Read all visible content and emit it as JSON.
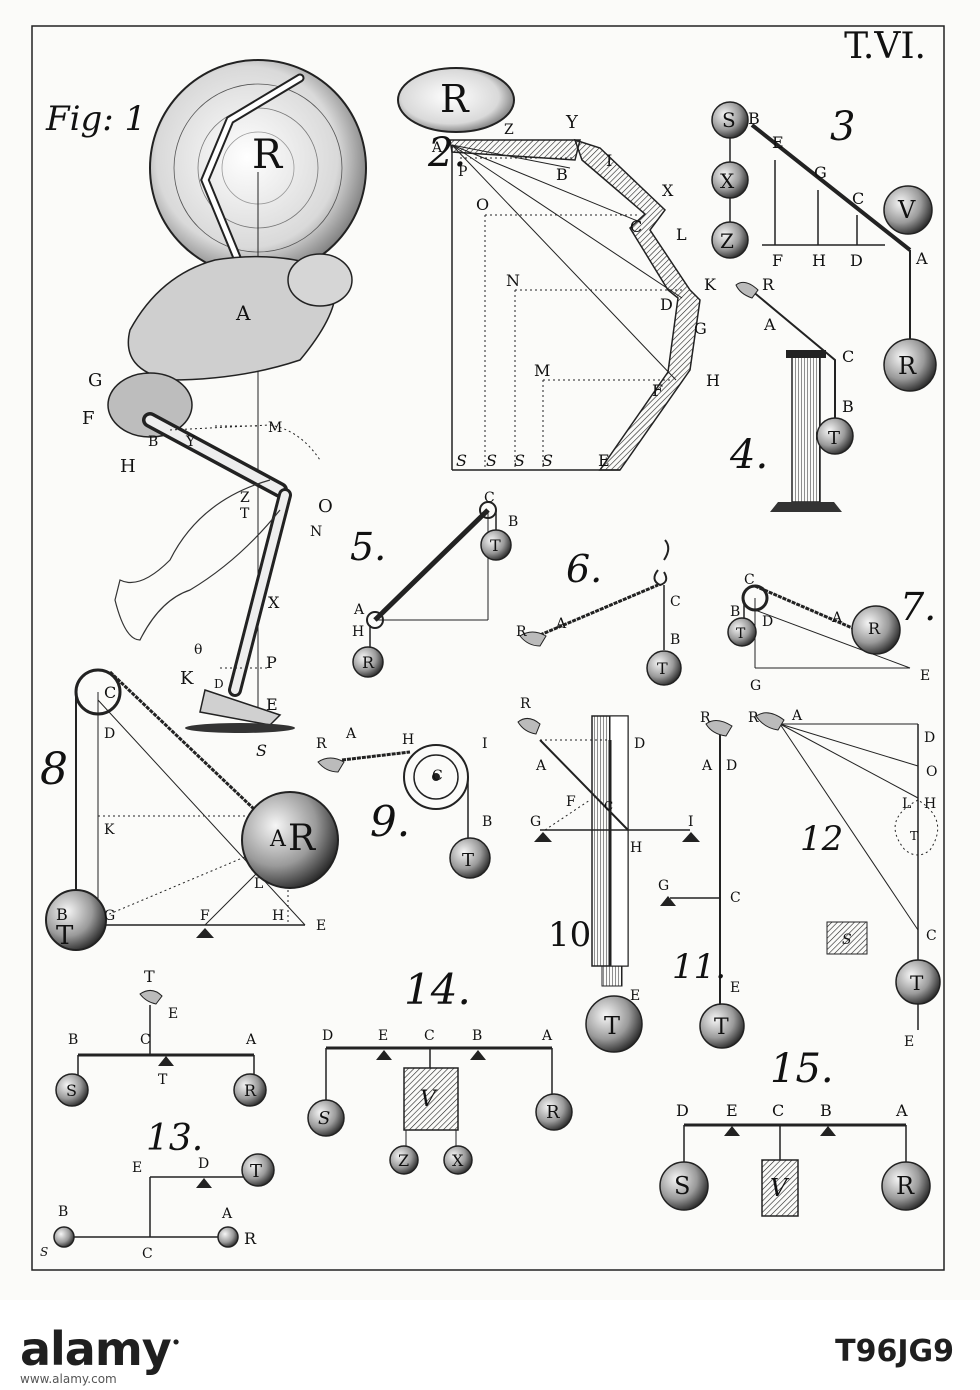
{
  "plate": {
    "title": "T.VI.",
    "fig1_caption": "Fig: 1",
    "figure_numbers": [
      "2.",
      "3",
      "4.",
      "5.",
      "6.",
      "7.",
      "8",
      "9.",
      "10",
      "11.",
      "12",
      "13.",
      "14.",
      "15."
    ]
  },
  "labels": {
    "f1": [
      "R",
      "A",
      "G",
      "F",
      "B",
      "Y",
      "M",
      "H",
      "Z",
      "T",
      "O",
      "N",
      "X",
      "θ",
      "P",
      "K",
      "E",
      "S",
      "D"
    ],
    "f2": [
      "R",
      "Z",
      "Y",
      "A",
      "P",
      "B",
      "I",
      "X",
      "O",
      "C",
      "L",
      "N",
      "D",
      "K",
      "G",
      "M",
      "F",
      "H",
      "S",
      "S",
      "S",
      "S",
      "E"
    ],
    "f3": [
      "S",
      "B",
      "E",
      "G",
      "C",
      "V",
      "X",
      "Z",
      "F",
      "H",
      "D",
      "A",
      "R"
    ],
    "f4": [
      "R",
      "A",
      "C",
      "B",
      "T"
    ],
    "f5": [
      "C",
      "B",
      "T",
      "A",
      "H",
      "R"
    ],
    "f6": [
      "C",
      "R",
      "A",
      "B",
      "T"
    ],
    "f7": [
      "C",
      "B",
      "D",
      "T",
      "A",
      "R",
      "G",
      "E"
    ],
    "f8": [
      "C",
      "D",
      "K",
      "A",
      "R",
      "L",
      "B",
      "T",
      "G",
      "F",
      "H",
      "E"
    ],
    "f9": [
      "H",
      "C",
      "I",
      "R",
      "A",
      "B",
      "T"
    ],
    "f10": [
      "R",
      "D",
      "A",
      "F",
      "C",
      "G",
      "I",
      "H",
      "E",
      "T"
    ],
    "f11": [
      "R",
      "A",
      "D",
      "G",
      "C",
      "E",
      "T"
    ],
    "f12": [
      "R",
      "A",
      "D",
      "O",
      "L",
      "H",
      "T",
      "C",
      "T",
      "E",
      "S"
    ],
    "f13": [
      "T",
      "E",
      "B",
      "C",
      "A",
      "S",
      "T",
      "R",
      "E",
      "D",
      "T",
      "B",
      "S",
      "C",
      "A",
      "R"
    ],
    "f14": [
      "D",
      "E",
      "C",
      "B",
      "A",
      "S",
      "V",
      "R",
      "Z",
      "X"
    ],
    "f15": [
      "D",
      "E",
      "C",
      "B",
      "A",
      "S",
      "V",
      "R"
    ]
  },
  "watermark": {
    "logo": "alamy",
    "code": "T96JG9",
    "url": "www.alamy.com"
  }
}
